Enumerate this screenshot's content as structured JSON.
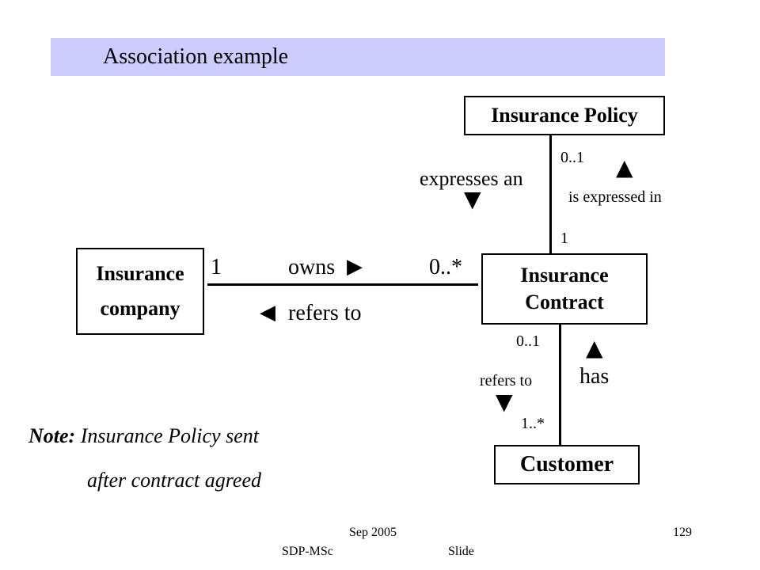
{
  "slide": {
    "title": "Association example",
    "footer": {
      "date": "Sep 2005",
      "course": "SDP-MSc",
      "slide_label": "Slide",
      "page_number": "129"
    },
    "note": {
      "prefix": "Note:",
      "line1": "Insurance Policy sent",
      "line2": "after contract agreed"
    }
  },
  "diagram": {
    "classes": {
      "insurance_policy": "Insurance Policy",
      "insurance_company_line1": "Insurance",
      "insurance_company_line2": "company",
      "insurance_contract_line1": "Insurance",
      "insurance_contract_line2": "Contract",
      "customer": "Customer"
    },
    "associations": {
      "company_contract": {
        "mult_company": "1",
        "mult_contract": "0..*",
        "forward_label": "owns",
        "backward_label": "refers to"
      },
      "policy_contract": {
        "mult_policy": "0..1",
        "mult_contract": "1",
        "forward_label": "expresses an",
        "backward_label": "is expressed in"
      },
      "contract_customer": {
        "mult_contract": "0..1",
        "mult_customer": "1..*",
        "forward_label": "refers to",
        "backward_label": "has"
      }
    },
    "arrows": {
      "right": "▶",
      "left": "◀",
      "up": "▲",
      "down": "▼"
    }
  }
}
